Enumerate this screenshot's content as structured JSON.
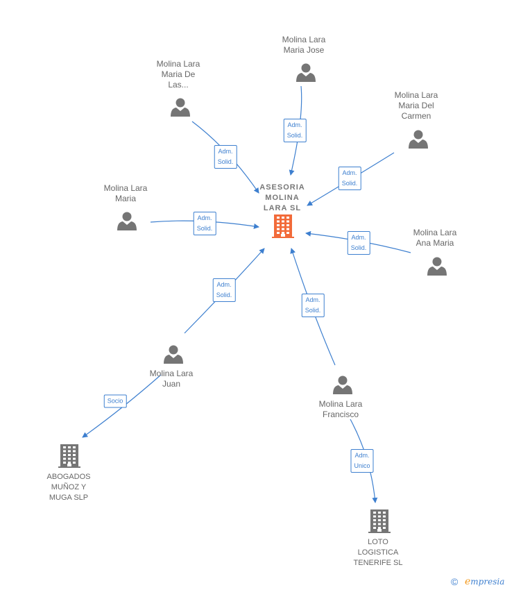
{
  "center": {
    "lines": [
      "ASESORIA",
      "MOLINA",
      "LARA  SL"
    ],
    "color": "#f26b3a"
  },
  "people": [
    {
      "id": "p1",
      "lines": [
        "Molina Lara",
        "Maria Jose"
      ]
    },
    {
      "id": "p2",
      "lines": [
        "Molina Lara",
        "Maria De",
        "Las..."
      ]
    },
    {
      "id": "p3",
      "lines": [
        "Molina Lara",
        "Maria Del",
        "Carmen"
      ]
    },
    {
      "id": "p4",
      "lines": [
        "Molina Lara",
        "Maria"
      ]
    },
    {
      "id": "p5",
      "lines": [
        "Molina Lara",
        "Ana Maria"
      ]
    },
    {
      "id": "p6",
      "lines": [
        "Molina Lara",
        "Juan"
      ]
    },
    {
      "id": "p7",
      "lines": [
        "Molina Lara",
        "Francisco"
      ]
    }
  ],
  "companies": [
    {
      "id": "c1",
      "lines": [
        "ABOGADOS",
        "MUÑOZ Y",
        "MUGA SLP"
      ]
    },
    {
      "id": "c2",
      "lines": [
        "LOTO",
        "LOGISTICA",
        "TENERIFE SL"
      ]
    }
  ],
  "edges": [
    {
      "from": "p1",
      "to": "center",
      "label": [
        "Adm.",
        "Solid."
      ]
    },
    {
      "from": "p2",
      "to": "center",
      "label": [
        "Adm.",
        "Solid."
      ]
    },
    {
      "from": "p3",
      "to": "center",
      "label": [
        "Adm.",
        "Solid."
      ]
    },
    {
      "from": "p4",
      "to": "center",
      "label": [
        "Adm.",
        "Solid."
      ]
    },
    {
      "from": "p5",
      "to": "center",
      "label": [
        "Adm.",
        "Solid."
      ]
    },
    {
      "from": "p6",
      "to": "center",
      "label": [
        "Adm.",
        "Solid."
      ]
    },
    {
      "from": "p7",
      "to": "center",
      "label": [
        "Adm.",
        "Solid."
      ]
    },
    {
      "from": "p6",
      "to": "c1",
      "label": [
        "Socio"
      ]
    },
    {
      "from": "p7",
      "to": "c2",
      "label": [
        "Adm.",
        "Unico"
      ]
    }
  ],
  "colors": {
    "edge": "#3d7fcf",
    "person": "#757575",
    "company": "#757575"
  },
  "footer": {
    "copyright": "©",
    "brand_first": "e",
    "brand_rest": "mpresia"
  }
}
